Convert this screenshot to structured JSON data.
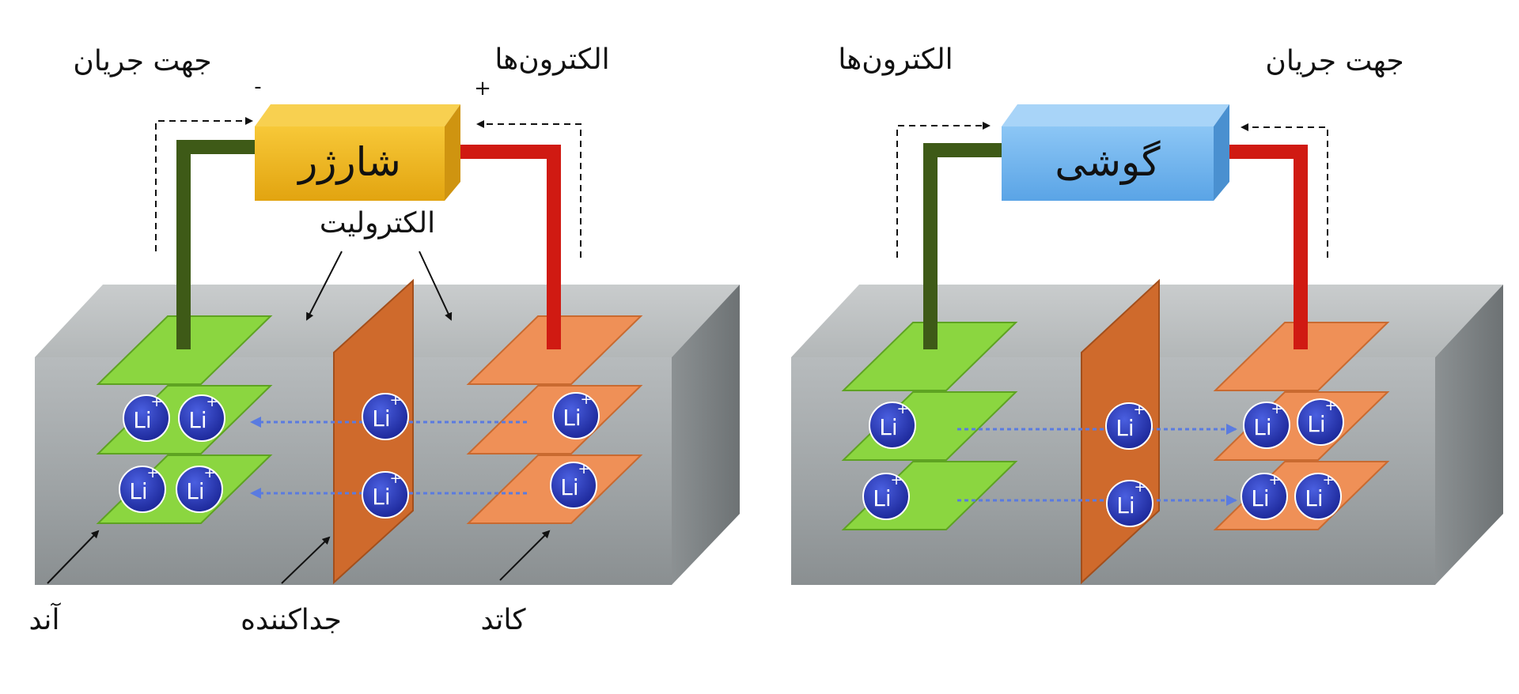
{
  "left_panel": {
    "current_label": "جهت جریان",
    "electrons_label": "الکترون‌ها",
    "device_label": "شارژر",
    "minus_sign": "-",
    "plus_sign": "+",
    "electrolyte_label": "الکترولیت",
    "anode_label": "آند",
    "separator_label": "جداکننده",
    "cathode_label": "کاتد"
  },
  "right_panel": {
    "current_label": "جهت جریان",
    "electrons_label": "الکترون‌ها",
    "device_label": "گوشی"
  },
  "ion": {
    "symbol": "Li",
    "charge": "+"
  },
  "colors": {
    "box_front": "#9ea3a5",
    "anode_green": "#7dd13b",
    "cathode_orange": "#ee8a4c",
    "separator": "#cf6a2c",
    "wire_negative": "#3e5a17",
    "wire_positive": "#d01a12",
    "charger_yellow": "#f0b820",
    "phone_blue": "#6fb4ee",
    "ion_blue": "#2637b8",
    "flow_arrow": "#5a7be0"
  }
}
